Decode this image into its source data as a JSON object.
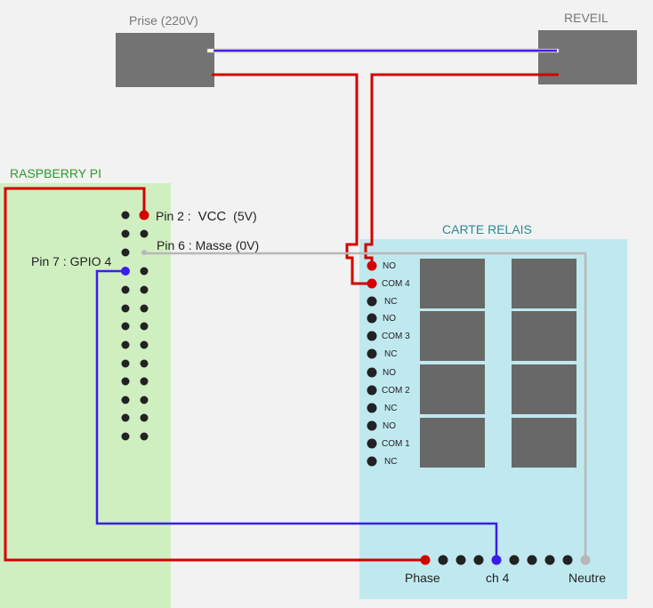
{
  "colors": {
    "phase_wire": "#d40000",
    "signal_wire": "#3a1ee8",
    "neutral_wire": "#b8b8b8",
    "pin": "#222222",
    "raspberry_panel": "#d0efc1",
    "relay_panel": "#c0e9ef",
    "device_box": "#737373",
    "relay_block": "#686868"
  },
  "devices": {
    "prise": {
      "label": "Prise (220V)"
    },
    "reveil": {
      "label": "REVEIL"
    }
  },
  "raspberry": {
    "title": "RASPBERRY PI",
    "pins": [
      {
        "label_prefix": "Pin 2 :",
        "label_main": "VCC",
        "label_suffix": "(5V)"
      },
      {
        "label": "Pin 6 : Masse (0V)"
      },
      {
        "label": "Pin 7 : GPIO 4"
      }
    ],
    "header_rows": 13
  },
  "relay_board": {
    "title": "CARTE RELAIS",
    "relays": [
      {
        "no": "NO",
        "com": "COM 4",
        "nc": "NC"
      },
      {
        "no": "NO",
        "com": "COM 3",
        "nc": "NC"
      },
      {
        "no": "NO",
        "com": "COM 2",
        "nc": "NC"
      },
      {
        "no": "NO",
        "com": "COM 1",
        "nc": "NC"
      }
    ],
    "terminals": {
      "phase": "Phase",
      "channel": "ch 4",
      "neutral": "Neutre"
    }
  }
}
